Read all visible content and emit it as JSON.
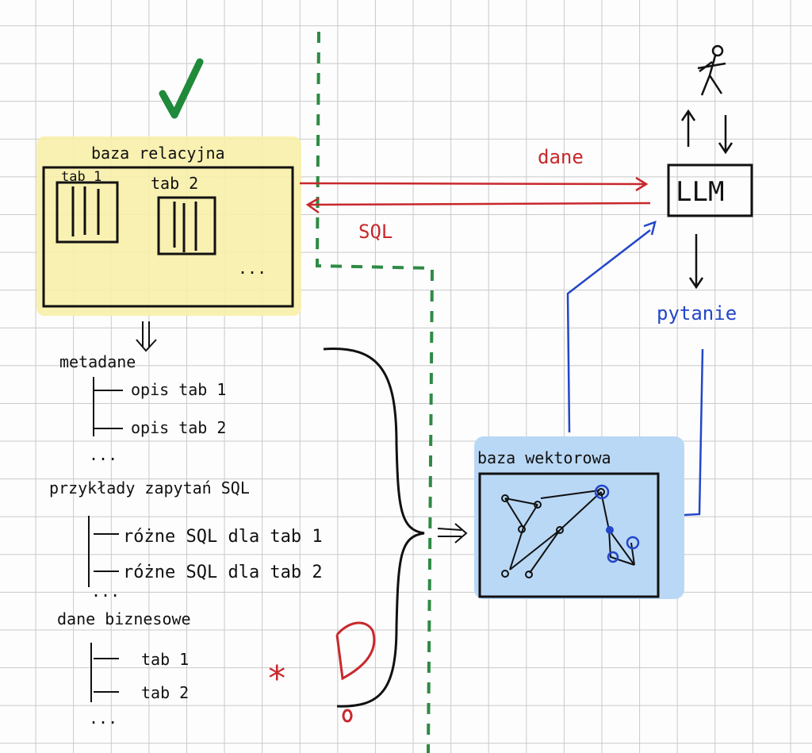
{
  "relational_db": {
    "title": "baza relacyjna",
    "table1": "tab 1",
    "table2": "tab 2",
    "more": "..."
  },
  "arrows": {
    "data": "dane",
    "sql": "SQL",
    "question": "pytanie"
  },
  "llm": {
    "label": "LLM"
  },
  "vector_db": {
    "title": "baza wektorowa"
  },
  "lists": {
    "metadata": {
      "title": "metadane",
      "items": [
        "opis tab 1",
        "opis tab 2"
      ],
      "more": "..."
    },
    "sql_examples": {
      "title": "przykłady zapytań SQL",
      "items": [
        "różne SQL dla tab 1",
        "różne SQL dla tab 2"
      ],
      "more": "..."
    },
    "business_data": {
      "title": "dane biznesowe",
      "items": [
        "tab 1",
        "tab 2"
      ],
      "more": "..."
    }
  },
  "annotations": {
    "asterisk": "*",
    "exclamation": "!"
  },
  "colors": {
    "highlight_yellow": "#f8f0a8",
    "highlight_blue": "#b9d8f5",
    "red": "#c8282c",
    "blue": "#2346c8",
    "green": "#2e8a44",
    "check": "#1f8a3a"
  }
}
